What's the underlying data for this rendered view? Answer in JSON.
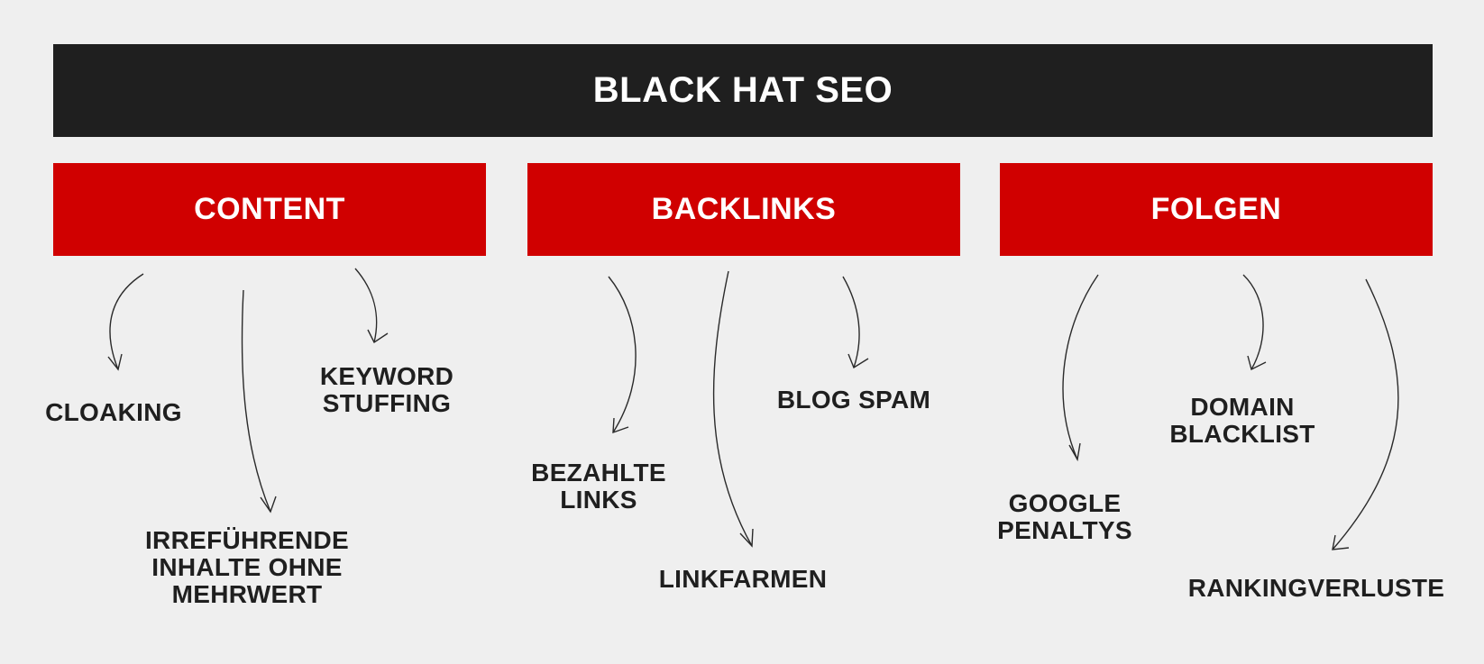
{
  "title": "BLACK HAT SEO",
  "categories": [
    {
      "label": "CONTENT",
      "items": [
        "CLOAKING",
        "IRREFÜHRENDE\nINHALTE OHNE\nMEHRWERT",
        "KEYWORD\nSTUFFING"
      ]
    },
    {
      "label": "BACKLINKS",
      "items": [
        "BEZAHLTE\nLINKS",
        "LINKFARMEN",
        "BLOG SPAM"
      ]
    },
    {
      "label": "FOLGEN",
      "items": [
        "GOOGLE\nPENALTYS",
        "DOMAIN\nBLACKLIST",
        "RANKINGVERLUSTE"
      ]
    }
  ],
  "colors": {
    "background": "#efefef",
    "title_bar": "#1f1f1f",
    "category_box": "#d00000",
    "text_dark": "#1f1f1f",
    "text_light": "#ffffff"
  }
}
